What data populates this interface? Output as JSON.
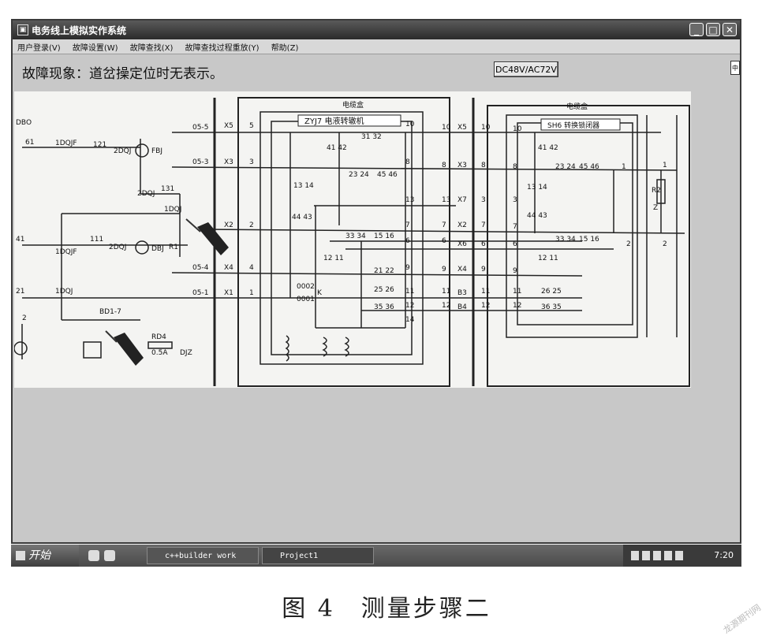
{
  "window": {
    "title": "电务线上模拟实作系统",
    "controls": {
      "minimize": "_",
      "maximize": "□",
      "close": "✕"
    }
  },
  "menu": {
    "items": [
      "用户登录(V)",
      "故障设置(W)",
      "故障查找(X)",
      "故障查找过程重放(Y)",
      "帮助(Z)"
    ]
  },
  "content": {
    "fault_text": "故障现象：道岔操定位时无表示。",
    "voltage_button": "DC48V/AC72V",
    "scroll_tab": "中"
  },
  "schematic": {
    "headers": {
      "cable_box_left": "电缆盒",
      "cable_box_right": "电缆盒",
      "zyj7": "ZYJ7 电液转辙机",
      "sh6": "SH6 转换锁闭器"
    },
    "labels": {
      "dbo": "DBO",
      "n61": "61",
      "n41": "41",
      "n21": "21",
      "n2": "2",
      "idqjf_top": "1DQJF",
      "idqjf_mid": "1DQJF",
      "idqj_bot": "1DQJ",
      "idqj_r": "1DQJ",
      "n121": "121",
      "n131": "131",
      "n111": "111",
      "dqj2_a": "2DQJ",
      "dqj2_b": "2DQJ",
      "dqj2_c": "2DQJ",
      "fbj": "FBJ",
      "dbj": "DBJ",
      "r1": "R1",
      "w055": "05-5",
      "w053": "05-3",
      "w054": "05-4",
      "w051": "05-1",
      "x5": "X5",
      "x3": "X3",
      "x2": "X2",
      "x4": "X4",
      "x1": "X1",
      "t5": "5",
      "t3": "3",
      "t2": "2",
      "t4": "4",
      "t1": "1",
      "bd17": "BD1-7",
      "rd4": "RD4",
      "fuse": "0.5A",
      "djz": "DJZ",
      "n0002": "0002",
      "n0001": "0001",
      "k": "K",
      "m10": "10",
      "m8": "8",
      "m13": "13",
      "m7": "7",
      "m6": "6",
      "m9": "9",
      "m11": "11",
      "m12": "12",
      "m14": "14",
      "c3132": "31 32",
      "c4142": "41\n42",
      "c2324": "23 24",
      "c4546": "45 46",
      "c1314": "13 14",
      "c4443": "44 43",
      "c3334": "33 34",
      "c1516": "15 16",
      "c1211": "12 11",
      "c2122": "21 22",
      "c2526": "25 26",
      "c3536": "35 36",
      "r10": "10",
      "r8": "8",
      "r13": "13",
      "r7": "7",
      "r6": "6",
      "r9": "9",
      "r11": "11",
      "r12": "12",
      "rx5": "X5",
      "rx3": "X3",
      "rx7": "X7",
      "rx2": "X2",
      "rx6": "X6",
      "rx4": "X4",
      "rb3": "B3",
      "rb4": "B4",
      "s10": "10",
      "s8": "8",
      "s3": "3",
      "s7": "7",
      "s6": "6",
      "s9": "9",
      "s11": "11",
      "s12": "12",
      "h10": "10",
      "h8": "8",
      "h3": "3",
      "h7": "7",
      "h6": "6",
      "h9": "9",
      "h11": "11",
      "h12": "12",
      "e4142": "41\n42",
      "e2324": "23 24",
      "e4546": "45 46",
      "e1314": "13 14",
      "e4443": "44 43",
      "e3334": "33 34",
      "e1516": "15 16",
      "e1211": "12 11",
      "e2625": "26 25",
      "e3635": "36 35",
      "o1": "1",
      "o2": "2",
      "o1b": "1",
      "o2b": "2",
      "r2": "R2",
      "z": "Z"
    }
  },
  "taskbar": {
    "start": "开始",
    "tasks": [
      "c++builder work",
      "Project1"
    ],
    "clock": "7:20"
  },
  "caption": "图 4　测量步骤二",
  "watermark": "龙源期刊网"
}
